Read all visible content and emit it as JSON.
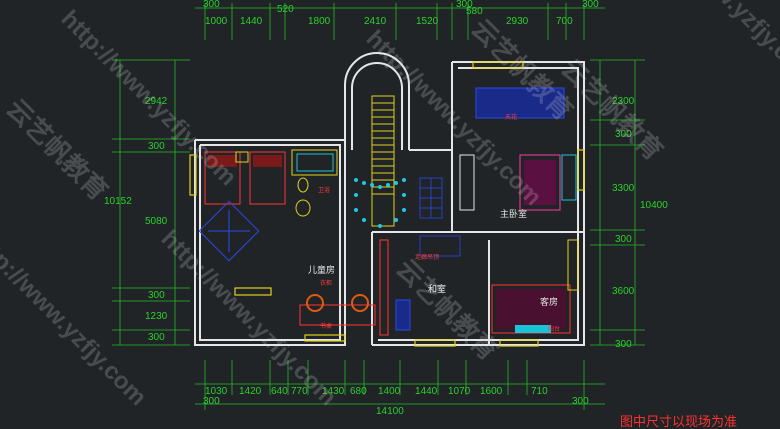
{
  "dimensions": {
    "top_outer": [
      "300",
      "1000",
      "1440",
      "520",
      "1800",
      "2410",
      "1520",
      "300",
      "580",
      "2930",
      "700",
      "300"
    ],
    "left_side": [
      "2942",
      "300",
      "5080",
      "300",
      "1230",
      "300"
    ],
    "left_total": "10152",
    "right_side": [
      "2300",
      "300",
      "3300",
      "300",
      "3600",
      "300"
    ],
    "right_total": "10400",
    "bottom_row": [
      "1030",
      "1420",
      "640",
      "770",
      "1430",
      "680",
      "1400",
      "1440",
      "1070",
      "1600",
      "710"
    ],
    "bottom_300_left": "300",
    "bottom_300_right": "300",
    "bottom_total": "14100"
  },
  "rooms": {
    "children_room": "儿童房",
    "master_bedroom": "主卧室",
    "guest_room": "客房",
    "study": "和室"
  },
  "annotations": {
    "wardrobe": "衣柜",
    "bookshelf": "书桌",
    "ceiling": "天花",
    "bath": "卫浴",
    "corridor": "走廊吊顶",
    "balcony": "阳台"
  },
  "watermark": {
    "brand": "云艺帆教育",
    "url": "http://www.yzfjy.com"
  },
  "footer_note": "图中尺寸以现场为准"
}
